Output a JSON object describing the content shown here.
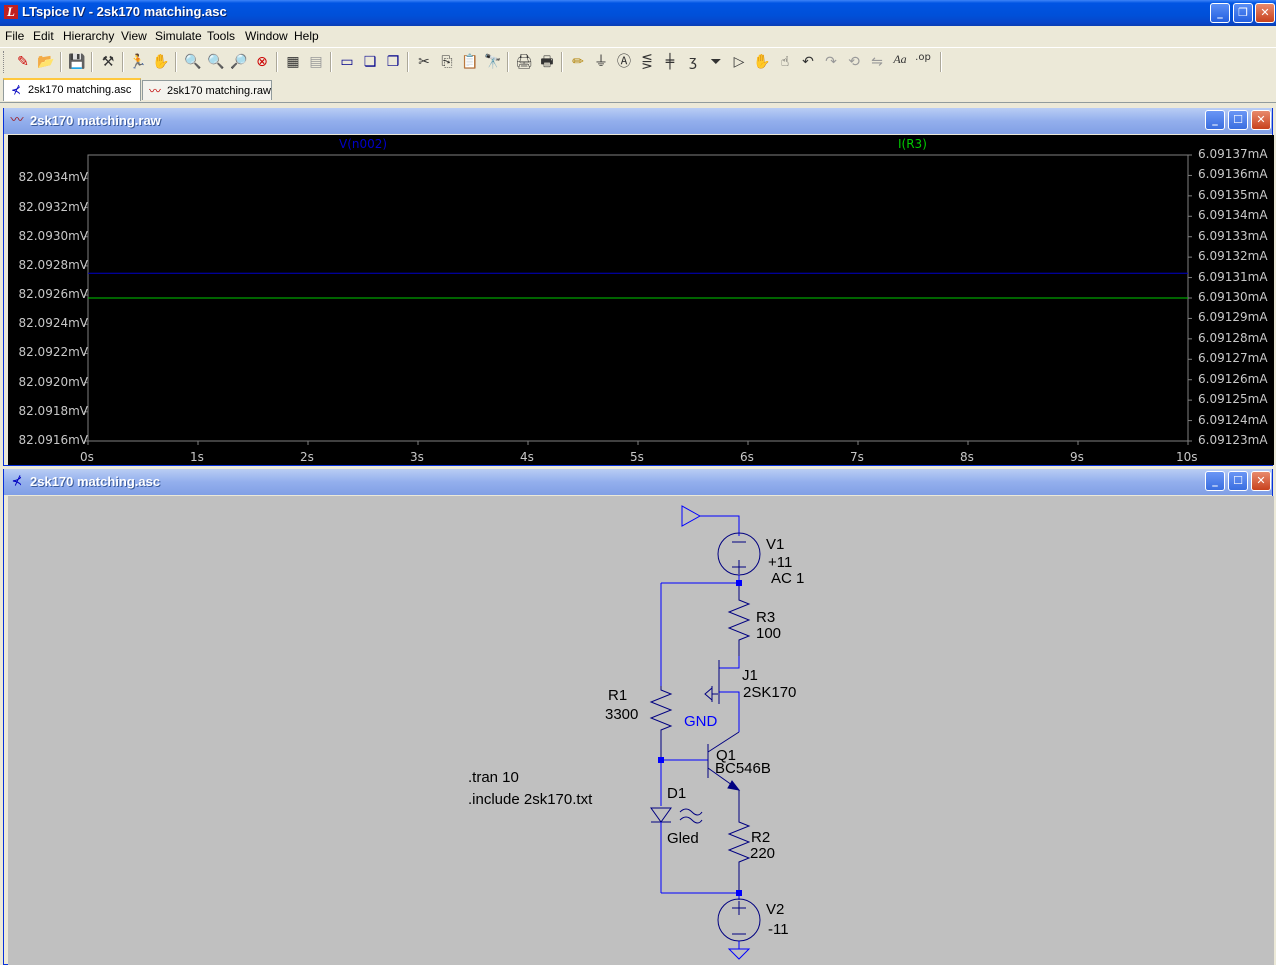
{
  "app": {
    "title": "LTspice IV - 2sk170 matching.asc",
    "icon_glyph": "L"
  },
  "menu": {
    "file": "File",
    "edit": "Edit",
    "hierarchy": "Hierarchy",
    "view": "View",
    "simulate": "Simulate",
    "tools": "Tools",
    "window": "Window",
    "help": "Help"
  },
  "tabs": [
    {
      "label": "2sk170 matching.asc",
      "active": true
    },
    {
      "label": "2sk170 matching.raw",
      "active": false
    }
  ],
  "waveform_window": {
    "title": "2sk170 matching.raw"
  },
  "schematic_window": {
    "title": "2sk170 matching.asc"
  },
  "colors": {
    "trace1": "#0000c8",
    "trace2": "#00c800",
    "wire": "#0000ff",
    "plot_bg": "#000000",
    "schematic_bg": "#c0c0c0"
  },
  "chart_data": {
    "type": "line",
    "series": [
      {
        "name": "V(n002)",
        "color": "#0000c8",
        "axis": "left",
        "x": [
          0,
          10
        ],
        "y": [
          82.09275,
          82.09275
        ]
      },
      {
        "name": "I(R3)",
        "color": "#00c800",
        "axis": "right",
        "x": [
          0,
          10
        ],
        "y": [
          6.0913,
          6.0913
        ]
      }
    ],
    "left_axis": {
      "labels": [
        "82.0934mV",
        "82.0932mV",
        "82.0930mV",
        "82.0928mV",
        "82.0926mV",
        "82.0924mV",
        "82.0922mV",
        "82.0920mV",
        "82.0918mV",
        "82.0916mV"
      ],
      "values": [
        82.0934,
        82.0932,
        82.093,
        82.0928,
        82.0926,
        82.0924,
        82.0922,
        82.092,
        82.0918,
        82.0916
      ],
      "ylim": [
        82.0916,
        82.09356
      ]
    },
    "right_axis": {
      "labels": [
        "6.09137mA",
        "6.09136mA",
        "6.09135mA",
        "6.09134mA",
        "6.09133mA",
        "6.09132mA",
        "6.09131mA",
        "6.09130mA",
        "6.09129mA",
        "6.09128mA",
        "6.09127mA",
        "6.09126mA",
        "6.09125mA",
        "6.09124mA",
        "6.09123mA"
      ],
      "values": [
        6.09137,
        6.09136,
        6.09135,
        6.09134,
        6.09133,
        6.09132,
        6.09131,
        6.0913,
        6.09129,
        6.09128,
        6.09127,
        6.09126,
        6.09125,
        6.09124,
        6.09123
      ],
      "ylim": [
        6.09123,
        6.09137
      ]
    },
    "x_axis": {
      "labels": [
        "0s",
        "1s",
        "2s",
        "3s",
        "4s",
        "5s",
        "6s",
        "7s",
        "8s",
        "9s",
        "10s"
      ],
      "values": [
        0,
        1,
        2,
        3,
        4,
        5,
        6,
        7,
        8,
        9,
        10
      ],
      "xlim": [
        0,
        10
      ]
    },
    "grid": false
  },
  "schematic": {
    "v1": {
      "name": "V1",
      "value": "+11",
      "extra": "AC 1"
    },
    "r3": {
      "name": "R3",
      "value": "100"
    },
    "j1": {
      "name": "J1",
      "value": "2SK170"
    },
    "gnd_label": "GND",
    "r1": {
      "name": "R1",
      "value": "3300"
    },
    "q1": {
      "name": "Q1",
      "value": "BC546B"
    },
    "d1": {
      "name": "D1",
      "value": "Gled"
    },
    "r2": {
      "name": "R2",
      "value": "220"
    },
    "v2": {
      "name": "V2",
      "value": "-11"
    },
    "directives": [
      ".tran 10",
      ".include 2sk170.txt"
    ]
  }
}
